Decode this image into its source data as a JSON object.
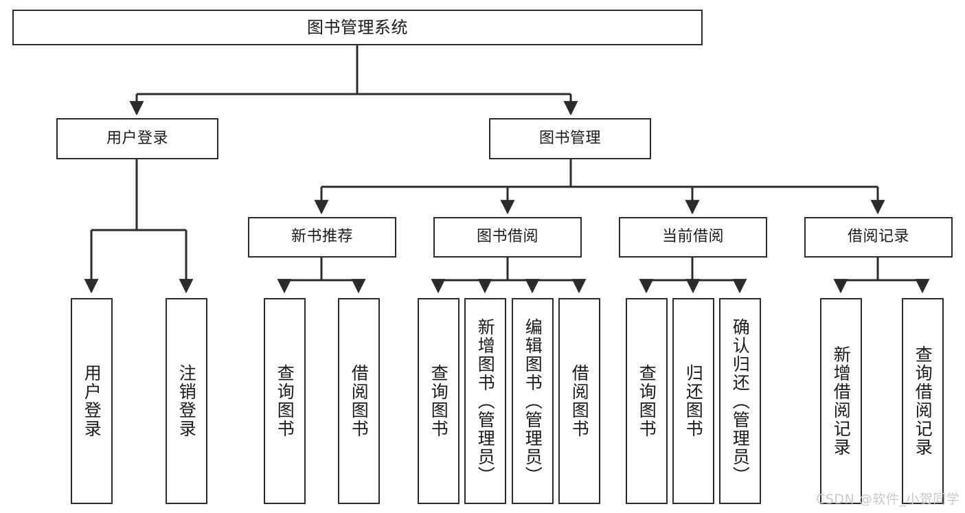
{
  "diagram": {
    "type": "tree-hierarchy",
    "title": "图书管理系统",
    "watermark": "CSDN @软件_小贺同学",
    "colors": {
      "box_border": "#2b2b2b",
      "box_fill": "#ffffff",
      "connector": "#2b2b2b",
      "text": "#1a1a1a",
      "watermark": "#c9c9c9",
      "background": "#ffffff"
    },
    "nodes": {
      "root": {
        "label": "图书管理系统"
      },
      "level2": [
        {
          "id": "user-login",
          "label": "用户登录"
        },
        {
          "id": "book-management",
          "label": "图书管理"
        }
      ],
      "level3": [
        {
          "id": "new-book-recommend",
          "label": "新书推荐"
        },
        {
          "id": "book-borrow",
          "label": "图书借阅"
        },
        {
          "id": "current-borrow",
          "label": "当前借阅"
        },
        {
          "id": "borrow-record",
          "label": "借阅记录"
        }
      ],
      "leaves": {
        "user_login": [
          {
            "id": "leaf-user-login",
            "label": "用户登录"
          },
          {
            "id": "leaf-logout-login",
            "label": "注销登录"
          }
        ],
        "new_book_recommend": [
          {
            "id": "leaf-query-book-1",
            "label": "查询图书"
          },
          {
            "id": "leaf-borrow-book-1",
            "label": "借阅图书"
          }
        ],
        "book_borrow": [
          {
            "id": "leaf-query-book-2",
            "label": "查询图书"
          },
          {
            "id": "leaf-add-book",
            "label": "新增图书（管理员）"
          },
          {
            "id": "leaf-edit-book",
            "label": "编辑图书（管理员）"
          },
          {
            "id": "leaf-borrow-book-2",
            "label": "借阅图书"
          }
        ],
        "current_borrow": [
          {
            "id": "leaf-query-book-3",
            "label": "查询图书"
          },
          {
            "id": "leaf-return-book",
            "label": "归还图书"
          },
          {
            "id": "leaf-confirm-return",
            "label": "确认归还（管理员）"
          }
        ],
        "borrow_record": [
          {
            "id": "leaf-add-record",
            "label": "新增借阅记录"
          },
          {
            "id": "leaf-query-record",
            "label": "查询借阅记录"
          }
        ]
      }
    }
  }
}
